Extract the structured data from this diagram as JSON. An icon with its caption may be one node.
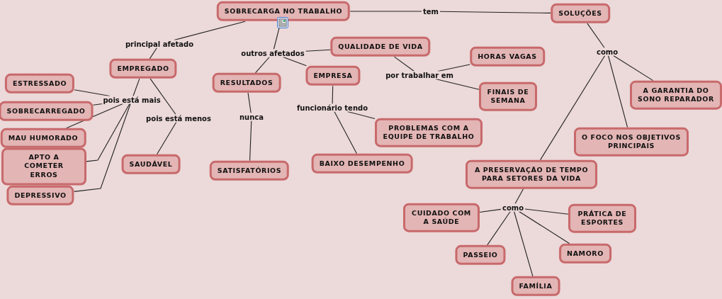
{
  "diagram": {
    "nodes": [
      {
        "text": [
          "SOBRECARGA NO TRABALHO"
        ]
      },
      {
        "text": [
          "SOLUÇÕES"
        ]
      },
      {
        "text": [
          "tem"
        ]
      },
      {
        "text": [
          "principal afetado"
        ]
      },
      {
        "text": [
          "outros afetados"
        ]
      },
      {
        "text": [
          "QUALIDADE DE VIDA"
        ]
      },
      {
        "text": [
          "EMPREGADO"
        ]
      },
      {
        "text": [
          "RESULTADOS"
        ]
      },
      {
        "text": [
          "EMPRESA"
        ]
      },
      {
        "text": [
          "HORAS VAGAS"
        ]
      },
      {
        "text": [
          "por trabalhar em"
        ]
      },
      {
        "text": [
          "como"
        ]
      },
      {
        "text": [
          "A GARANTIA DO SONO REPARADOR"
        ]
      },
      {
        "text": [
          "ESTRESSADO"
        ]
      },
      {
        "text": [
          "pois está mais"
        ]
      },
      {
        "text": [
          "SOBRECARREGADO"
        ]
      },
      {
        "text": [
          "FINAIS DE SEMANA"
        ]
      },
      {
        "text": [
          "funcionário tendo"
        ]
      },
      {
        "text": [
          "nunca"
        ]
      },
      {
        "text": [
          "pois está menos"
        ]
      },
      {
        "text": [
          "MAU HUMORADO"
        ]
      },
      {
        "text": [
          "PROBLEMAS COM A EQUIPE DE TRABALHO"
        ]
      },
      {
        "text": [
          "O FOCO NOS OBJETIVOS PRINCIPAIS"
        ]
      },
      {
        "text": [
          "APTO A COMETER ERROS"
        ]
      },
      {
        "text": [
          "SAUDÁVEL"
        ]
      },
      {
        "text": [
          "BAIXO DESEMPENHO"
        ]
      },
      {
        "text": [
          "SATISFATÓRIOS"
        ]
      },
      {
        "text": [
          "A PRESERVAÇÃO DE TEMPO PARA SETORES DA VIDA"
        ]
      },
      {
        "text": [
          "DEPRESSIVO"
        ]
      },
      {
        "text": [
          "CUIDADO COM A SAÚDE"
        ]
      },
      {
        "text": [
          "como"
        ]
      },
      {
        "text": [
          "PRÁTICA DE ESPORTES"
        ]
      },
      {
        "text": [
          "PASSEIO"
        ]
      },
      {
        "text": [
          "NAMORO"
        ]
      },
      {
        "text": [
          "FAMÍLIA"
        ]
      }
    ],
    "edges": [
      {
        "from": 0,
        "to": 2,
        "arrow": "none"
      },
      {
        "from": 2,
        "to": 1,
        "arrow": "none"
      },
      {
        "from": 0,
        "to": 3,
        "arrow": "none"
      },
      {
        "from": 3,
        "to": 6,
        "arrow": "none"
      },
      {
        "from": 0,
        "to": 4,
        "arrow": "none"
      },
      {
        "from": 4,
        "to": 5,
        "arrow": "none"
      },
      {
        "from": 4,
        "to": 7,
        "arrow": "none"
      },
      {
        "from": 4,
        "to": 8,
        "arrow": "none"
      },
      {
        "from": 5,
        "to": 10,
        "arrow": "none"
      },
      {
        "from": 10,
        "to": 9,
        "arrow": "none"
      },
      {
        "from": 10,
        "to": 16,
        "arrow": "none"
      },
      {
        "from": 6,
        "to": 14,
        "arrow": "none"
      },
      {
        "from": 14,
        "to": 13,
        "arrow": "none"
      },
      {
        "from": 14,
        "to": 15,
        "arrow": "none"
      },
      {
        "from": 14,
        "to": 20,
        "arrow": "none"
      },
      {
        "from": 14,
        "to": 23,
        "arrow": "none"
      },
      {
        "from": 14,
        "to": 28,
        "arrow": "none"
      },
      {
        "from": 6,
        "to": 19,
        "arrow": "none"
      },
      {
        "from": 19,
        "to": 24,
        "arrow": "none"
      },
      {
        "from": 7,
        "to": 18,
        "arrow": "none"
      },
      {
        "from": 18,
        "to": 26,
        "arrow": "none"
      },
      {
        "from": 8,
        "to": 17,
        "arrow": "none"
      },
      {
        "from": 17,
        "to": 21,
        "arrow": "none"
      },
      {
        "from": 17,
        "to": 25,
        "arrow": "none"
      },
      {
        "from": 1,
        "to": 11,
        "arrow": "none"
      },
      {
        "from": 11,
        "to": 12,
        "arrow": "none"
      },
      {
        "from": 11,
        "to": 22,
        "arrow": "none"
      },
      {
        "from": 11,
        "to": 27,
        "arrow": "none"
      },
      {
        "from": 27,
        "to": 30,
        "arrow": "none"
      },
      {
        "from": 30,
        "to": 29,
        "arrow": "none"
      },
      {
        "from": 30,
        "to": 31,
        "arrow": "none"
      },
      {
        "from": 30,
        "to": 32,
        "arrow": "none"
      },
      {
        "from": 30,
        "to": 33,
        "arrow": "none"
      },
      {
        "from": 30,
        "to": 34,
        "arrow": "none"
      }
    ]
  }
}
